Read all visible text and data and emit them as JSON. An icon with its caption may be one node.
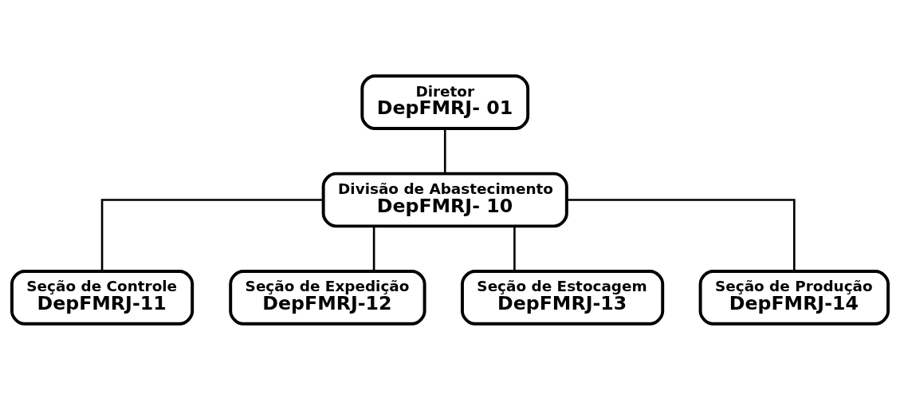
{
  "diagram": {
    "nodes": [
      {
        "text": [
          "Diretor",
          "DepFMRJ- 01"
        ]
      },
      {
        "text": [
          "Divisão de Abastecimento",
          "DepFMRJ- 10"
        ]
      },
      {
        "text": [
          "Seção de Controle",
          "DepFMRJ-11"
        ]
      },
      {
        "text": [
          "Seção de Expedição",
          "DepFMRJ-12"
        ]
      },
      {
        "text": [
          "Seção de Estocagem",
          "DepFMRJ-13"
        ]
      },
      {
        "text": [
          "Seção de Produção",
          "DepFMRJ-14"
        ]
      }
    ],
    "edges": [
      {
        "from": 0,
        "to": 1,
        "arrow": "none"
      },
      {
        "from": 1,
        "to": 2,
        "arrow": "none"
      },
      {
        "from": 1,
        "to": 3,
        "arrow": "none"
      },
      {
        "from": 1,
        "to": 4,
        "arrow": "none"
      },
      {
        "from": 1,
        "to": 5,
        "arrow": "none"
      }
    ]
  }
}
